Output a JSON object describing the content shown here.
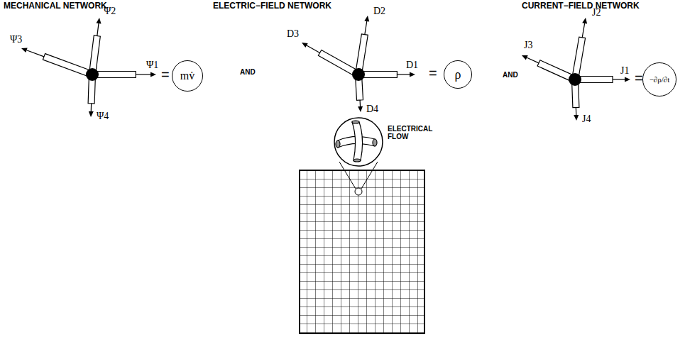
{
  "diagram": {
    "nodes": [
      {
        "text": [
          "mv̇"
        ]
      },
      {
        "text": [
          "ρ"
        ]
      },
      {
        "text": [
          "−∂ρ/∂t"
        ]
      }
    ],
    "labels": [
      "MECHANICAL NETWORK",
      "ELECTRIC−FIELD NETWORK",
      "CURRENT−FIELD NETWORK",
      "Ψ2",
      "Ψ3",
      "Ψ1",
      "=",
      "Ψ4",
      "D2",
      "AND",
      "D3",
      "D1",
      "=",
      "D4",
      "ELECTRICAL FLOW",
      "J2",
      "AND",
      "J3",
      "J1",
      "=",
      "J4"
    ]
  }
}
